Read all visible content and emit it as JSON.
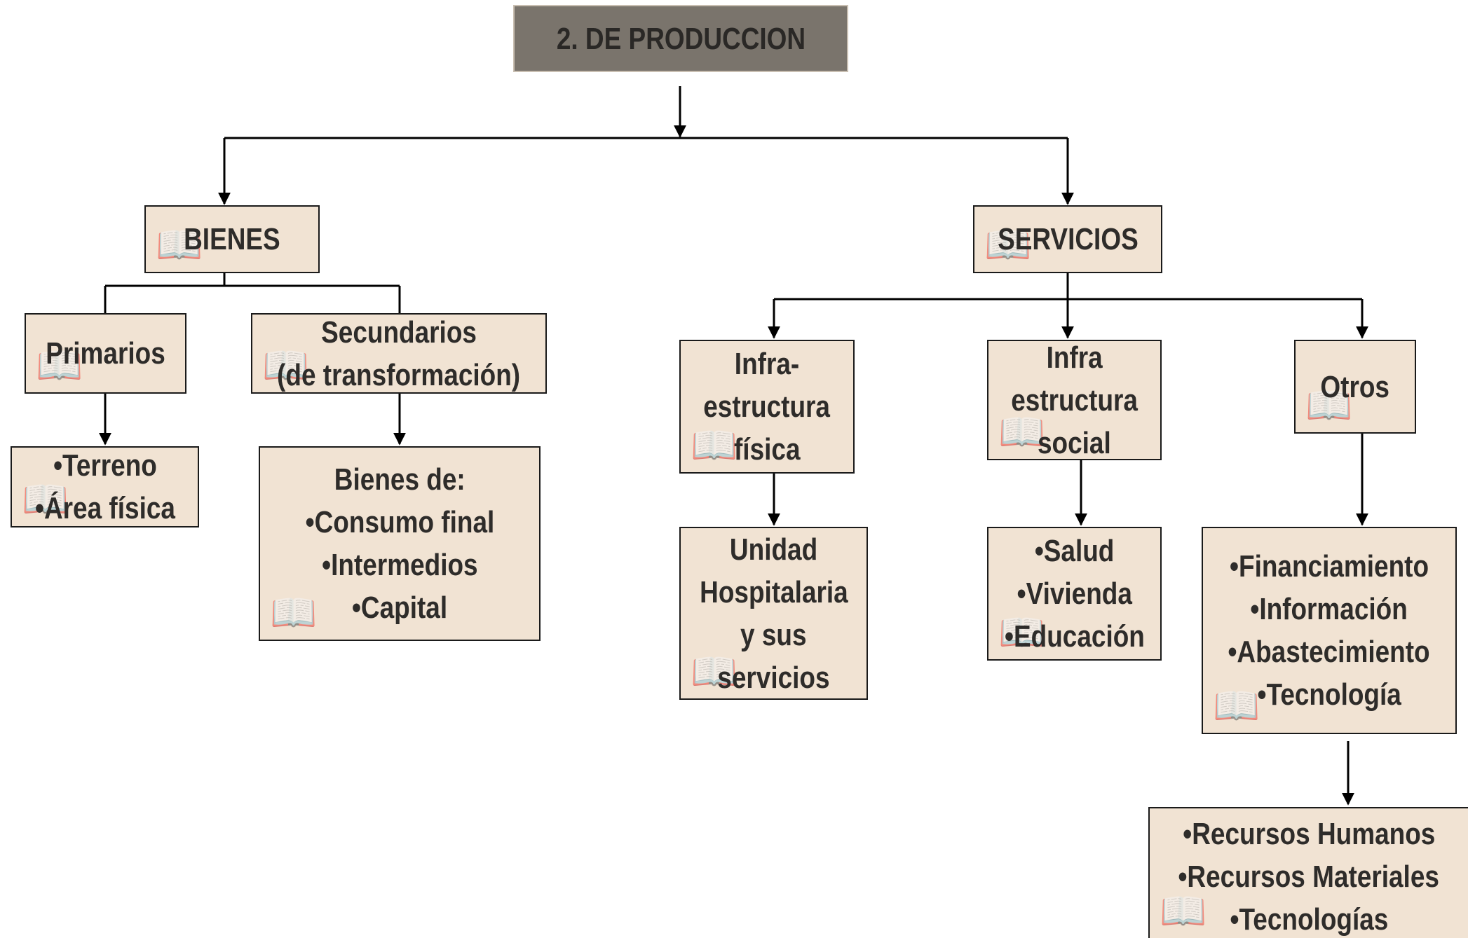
{
  "diagram": {
    "title": "2. DE PRODUCCION",
    "bienes": {
      "label": "BIENES",
      "primarios": {
        "label": "Primarios",
        "items": [
          "•Terreno",
          "•Área física"
        ]
      },
      "secundarios": {
        "label": [
          "Secundarios",
          "(de transformación)"
        ],
        "items": [
          "Bienes de:",
          "•Consumo final",
          "•Intermedios",
          "•Capital"
        ]
      }
    },
    "servicios": {
      "label": "SERVICIOS",
      "fisica": {
        "label": [
          "Infra-",
          "estructura",
          "física"
        ],
        "items": [
          "Unidad",
          "Hospitalaria",
          "y sus",
          "servicios"
        ]
      },
      "social": {
        "label": [
          "Infra",
          "estructura",
          "social"
        ],
        "items": [
          "•Salud",
          "•Vivienda",
          "•Educación"
        ]
      },
      "otros": {
        "label": "Otros",
        "items": [
          "•Financiamiento",
          "•Información",
          "•Abastecimiento",
          "•Tecnología"
        ],
        "subitems": [
          "•Recursos Humanos",
          "•Recursos Materiales",
          "•Tecnologías"
        ]
      }
    },
    "colors": {
      "box_fill": "#f1e3d3",
      "title_fill": "#7a746c",
      "text": "#2e2c2a",
      "line": "#000000"
    },
    "watermark_icon": "open-book-icon"
  }
}
